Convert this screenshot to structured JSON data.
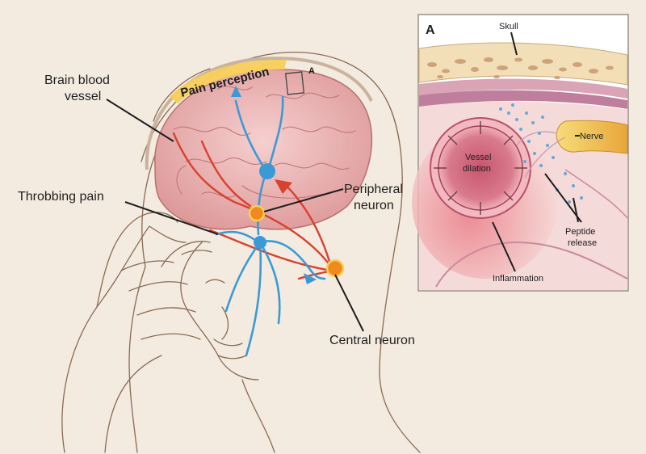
{
  "labels": {
    "brain_blood_vessel_line1": "Brain blood",
    "brain_blood_vessel_line2": "vessel",
    "pain_perception": "Pain perception",
    "throbbing_pain": "Throbbing pain",
    "peripheral_neuron_line1": "Peripheral",
    "peripheral_neuron_line2": "neuron",
    "central_neuron": "Central neuron",
    "inset_marker": "A"
  },
  "inset": {
    "panel_letter": "A",
    "skull": "Skull",
    "nerve": "Nerve",
    "vessel_dilation_line1": "Vessel",
    "vessel_dilation_line2": "dilation",
    "peptide_release_line1": "Peptide",
    "peptide_release_line2": "release",
    "inflammation": "Inflammation"
  },
  "colors": {
    "pathway_blue": "#3b9ad6",
    "pathway_red": "#d9412f",
    "neuron_orange": "#f08a1c",
    "brain_pink": "#e8a8a8",
    "highlight_yellow": "#f7cf5a"
  }
}
